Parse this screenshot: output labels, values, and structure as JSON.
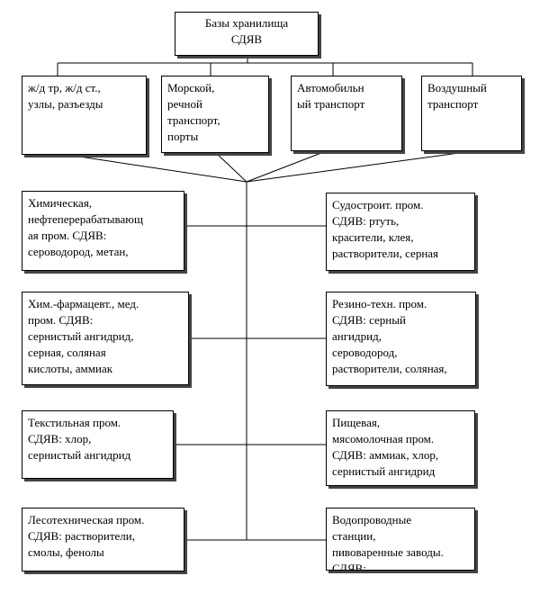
{
  "root": {
    "text": "Базы хранилища\nСДЯВ"
  },
  "transport": [
    {
      "text": "ж/д тр, ж/д ст.,\nузлы, разъезды"
    },
    {
      "text": "Морской,\nречной\nтранспорт,\nпорты"
    },
    {
      "text": "Автомобильн\nый транспорт"
    },
    {
      "text": "Воздушный\nтранспорт"
    }
  ],
  "left": [
    {
      "text": "Химическая,\nнефтеперерабатывающ\nая пром. СДЯВ:\nсероводород, метан,"
    },
    {
      "text": "Хим.-фармацевт., мед.\nпром. СДЯВ:\nсернистый ангидрид,\nсерная, соляная\nкислоты, аммиак"
    },
    {
      "text": "Текстильная пром.\nСДЯВ: хлор,\nсернистый ангидрид"
    },
    {
      "text": "Лесотехническая пром.\nСДЯВ: растворители,\nсмолы, фенолы"
    }
  ],
  "right": [
    {
      "text": "Судостроит. пром.\nСДЯВ: ртуть,\nкрасители, клея,\nрастворители, серная"
    },
    {
      "text": "Резино-техн. пром.\nСДЯВ: серный\nангидрид,\nсероводород,\nрастворители, соляная,"
    },
    {
      "text": "Пищевая,\nмясомолочная пром.\nСДЯВ: аммиак, хлор,\nсернистый ангидрид"
    },
    {
      "text": "Водопроводные\nстанции,\nпивоваренные заводы.\nСДЯВ:"
    }
  ]
}
